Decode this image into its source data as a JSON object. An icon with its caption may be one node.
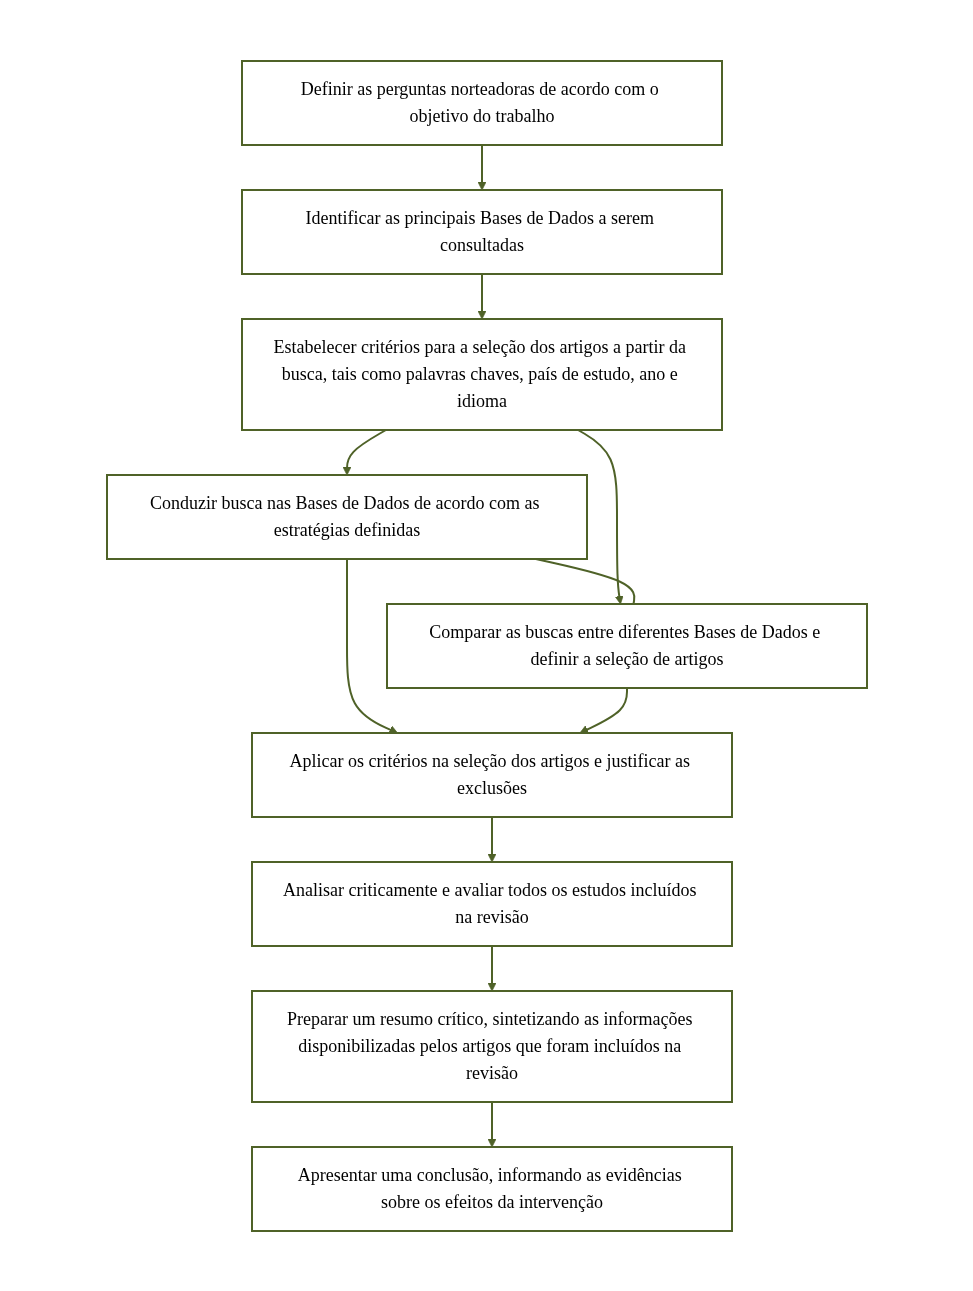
{
  "diagram": {
    "nodes": [
      {
        "text": [
          "Definir as perguntas norteadoras de acordo com o objetivo do trabalho"
        ]
      },
      {
        "text": [
          "Identificar as principais Bases de Dados a serem consultadas"
        ]
      },
      {
        "text": [
          "Estabelecer critérios para a seleção dos artigos a partir da busca, tais como palavras chaves, país de estudo, ano e idioma"
        ]
      },
      {
        "text": [
          "Conduzir busca nas Bases de Dados de acordo com as estratégias definidas"
        ]
      },
      {
        "text": [
          "Comparar as buscas entre diferentes Bases de Dados e definir a seleção de artigos"
        ]
      },
      {
        "text": [
          "Aplicar os critérios na seleção dos artigos e justificar as exclusões"
        ]
      },
      {
        "text": [
          "Analisar criticamente e avaliar todos os estudos incluídos na revisão"
        ]
      },
      {
        "text": [
          "Preparar um resumo crítico, sintetizando as informações disponibilizadas pelos artigos que foram incluídos na revisão"
        ]
      },
      {
        "text": [
          "Apresentar uma conclusão, informando as evidências sobre os efeitos da intervenção"
        ]
      }
    ],
    "edges": [
      {
        "from": 0,
        "to": 1,
        "arrow": "to"
      },
      {
        "from": 1,
        "to": 2,
        "arrow": "to"
      },
      {
        "from": 2,
        "to": 3,
        "arrow": "to"
      },
      {
        "from": 2,
        "to": 4,
        "arrow": "to"
      },
      {
        "from": 3,
        "to": 4,
        "arrow": "none"
      },
      {
        "from": 3,
        "to": 5,
        "arrow": "to"
      },
      {
        "from": 4,
        "to": 5,
        "arrow": "to"
      },
      {
        "from": 5,
        "to": 6,
        "arrow": "to"
      },
      {
        "from": 6,
        "to": 7,
        "arrow": "to"
      },
      {
        "from": 7,
        "to": 8,
        "arrow": "to"
      }
    ]
  }
}
